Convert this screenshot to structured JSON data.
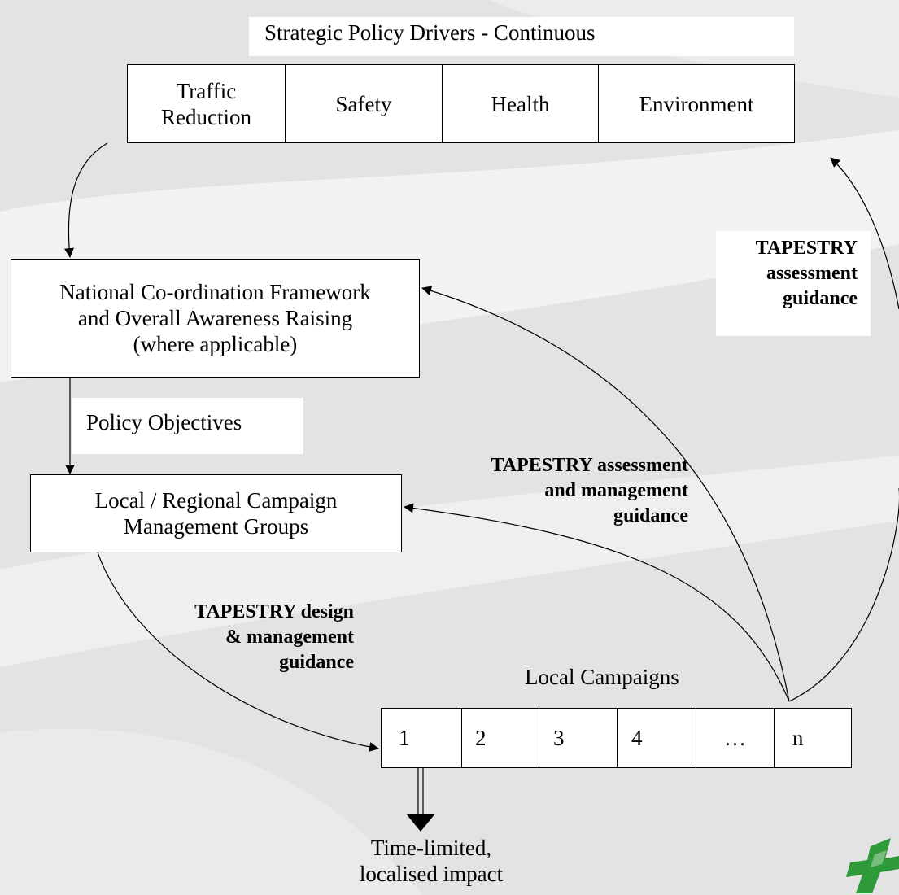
{
  "strategic": {
    "title": "Strategic Policy Drivers - Continuous",
    "drivers": [
      "Traffic\nReduction",
      "Safety",
      "Health",
      "Environment"
    ]
  },
  "national": {
    "line1": "National Co-ordination Framework",
    "line2": "and Overall Awareness Raising",
    "line3": "(where applicable)"
  },
  "policy_objectives": "Policy Objectives",
  "regional": {
    "line1": "Local / Regional Campaign",
    "line2": "Management Groups"
  },
  "guidance": {
    "assessment_top": [
      "TAPESTRY",
      "assessment",
      "guidance"
    ],
    "assessment_management": [
      "TAPESTRY assessment",
      "and management",
      "guidance"
    ],
    "design_management": [
      "TAPESTRY design",
      "& management",
      "guidance"
    ]
  },
  "local_campaigns": {
    "title": "Local Campaigns",
    "items": [
      "1",
      "2",
      "3",
      "4",
      "…",
      "n"
    ]
  },
  "impact": {
    "line1": "Time-limited,",
    "line2": "localised impact"
  },
  "colors": {
    "background": "#e3e3e3",
    "box_fill": "#ffffff",
    "stroke": "#000000",
    "logo_green": "#2f9a3a"
  },
  "icons": {
    "logo": "green-cross-logo-icon"
  }
}
